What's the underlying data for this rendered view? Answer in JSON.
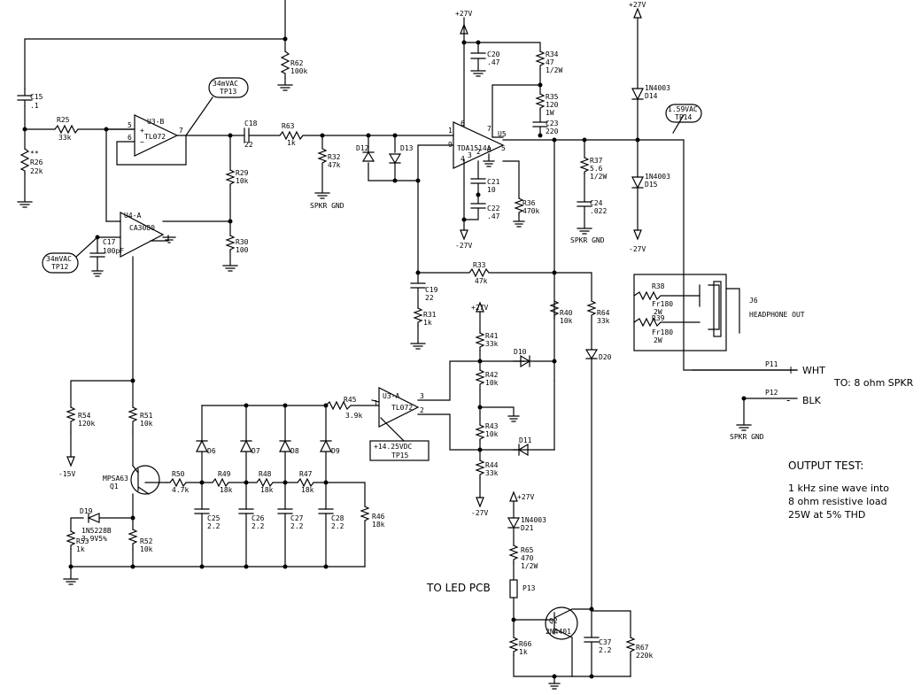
{
  "supplies": {
    "pos": "+27V",
    "neg": "-27V",
    "neg15": "-15V"
  },
  "gnd_label": "SPKR GND",
  "ics": {
    "u3b": {
      "ref": "U3-B",
      "part": "TL072",
      "p5": "5",
      "p6": "6",
      "p7": "7"
    },
    "u4a": {
      "ref": "U4-A",
      "part": "CA3080"
    },
    "u5": {
      "ref": "U5",
      "part": "TDA1514A",
      "p1": "1",
      "p9": "9",
      "p7": "7",
      "p5": "5",
      "p6": "6",
      "p4": "4",
      "p3": "3",
      "p2": "2",
      "p8": "8"
    },
    "u3a": {
      "ref": "U3-A",
      "part": "TL072",
      "p1": "1",
      "p3": "3",
      "p2": "2"
    }
  },
  "testpoints": [
    {
      "id": "tp13",
      "value": "34mVAC",
      "ref": "TP13"
    },
    {
      "id": "tp12",
      "value": "34mVAC",
      "ref": "TP12"
    },
    {
      "id": "tp14",
      "value": "1.59VAC",
      "ref": "TP14"
    },
    {
      "id": "tp15",
      "value": "+14.25VDC",
      "ref": "TP15"
    }
  ],
  "components": {
    "r25": {
      "ref": "R25",
      "val": "33k"
    },
    "r26": {
      "ref": "R26",
      "val": "22k",
      "mark": "**"
    },
    "c15": {
      "ref": "C15",
      "val": ".1"
    },
    "r62": {
      "ref": "R62",
      "val": "100k"
    },
    "c18": {
      "ref": "C18",
      "val": "22"
    },
    "r63": {
      "ref": "R63",
      "val": "1k"
    },
    "r32": {
      "ref": "R32",
      "val": "47k"
    },
    "r29": {
      "ref": "R29",
      "val": "10k"
    },
    "r30": {
      "ref": "R30",
      "val": "100"
    },
    "c17": {
      "ref": "C17",
      "val": "100pF"
    },
    "d12": {
      "ref": "D12"
    },
    "d13": {
      "ref": "D13"
    },
    "c20": {
      "ref": "C20",
      "val": ".47"
    },
    "r34": {
      "ref": "R34",
      "val": "47",
      "val2": "1/2W"
    },
    "r35": {
      "ref": "R35",
      "val": "120",
      "val2": "1W"
    },
    "c23": {
      "ref": "C23",
      "val": "220"
    },
    "c21": {
      "ref": "C21",
      "val": "10"
    },
    "c22": {
      "ref": "C22",
      "val": ".47"
    },
    "r36": {
      "ref": "R36",
      "val": "470k"
    },
    "r37": {
      "ref": "R37",
      "val": "5.6",
      "val2": "1/2W"
    },
    "c24": {
      "ref": "C24",
      "val": ".022"
    },
    "d14": {
      "ref": "D14",
      "val": "1N4003"
    },
    "d15": {
      "ref": "D15",
      "val": "1N4003"
    },
    "r33": {
      "ref": "R33",
      "val": "47k"
    },
    "c19": {
      "ref": "C19",
      "val": "22"
    },
    "r31": {
      "ref": "R31",
      "val": "1k"
    },
    "r40": {
      "ref": "R40",
      "val": "10k"
    },
    "r64": {
      "ref": "R64",
      "val": "33k"
    },
    "d20": {
      "ref": "D20"
    },
    "r38": {
      "ref": "R38",
      "val": "Fr180",
      "val2": "2W"
    },
    "r39": {
      "ref": "R39",
      "val": "Fr180",
      "val2": "2W"
    },
    "j6": {
      "ref": "J6",
      "val": "HEADPHONE OUT"
    },
    "r41": {
      "ref": "R41",
      "val": "33k"
    },
    "r42": {
      "ref": "R42",
      "val": "10k"
    },
    "r43": {
      "ref": "R43",
      "val": "10k"
    },
    "r44": {
      "ref": "R44",
      "val": "33k"
    },
    "d10": {
      "ref": "D10"
    },
    "d11": {
      "ref": "D11"
    },
    "r45": {
      "ref": "R45",
      "val": "3.9k"
    },
    "r54": {
      "ref": "R54",
      "val": "120k"
    },
    "r51": {
      "ref": "R51",
      "val": "10k"
    },
    "q1": {
      "ref": "Q1",
      "val": "MPSA63"
    },
    "r50": {
      "ref": "R50",
      "val": "4.7k"
    },
    "d6": {
      "ref": "D6"
    },
    "d7": {
      "ref": "D7"
    },
    "d8": {
      "ref": "D8"
    },
    "d9": {
      "ref": "D9"
    },
    "r49": {
      "ref": "R49",
      "val": "18k"
    },
    "r48": {
      "ref": "R48",
      "val": "18k"
    },
    "r47": {
      "ref": "R47",
      "val": "18k"
    },
    "r46": {
      "ref": "R46",
      "val": "18k"
    },
    "c25": {
      "ref": "C25",
      "val": "2.2"
    },
    "c26": {
      "ref": "C26",
      "val": "2.2"
    },
    "c27": {
      "ref": "C27",
      "val": "2.2"
    },
    "c28": {
      "ref": "C28",
      "val": "2.2"
    },
    "d19": {
      "ref": "D19",
      "val": "1N5228B",
      "val2": "3.9V5%"
    },
    "r53": {
      "ref": "R53",
      "val": "1k"
    },
    "r52": {
      "ref": "R52",
      "val": "10k"
    },
    "d21": {
      "ref": "D21",
      "val": "1N4003"
    },
    "r65": {
      "ref": "R65",
      "val": "470",
      "val2": "1/2W"
    },
    "p13": {
      "ref": "P13"
    },
    "q2": {
      "ref": "Q2",
      "val": "2N4401"
    },
    "r66": {
      "ref": "R66",
      "val": "1k"
    },
    "c37": {
      "ref": "C37",
      "val": "2.2"
    },
    "r67": {
      "ref": "R67",
      "val": "220k"
    }
  },
  "connectors": {
    "p11": {
      "ref": "P11",
      "sign": "+",
      "label": "WHT"
    },
    "p12": {
      "ref": "P12",
      "sign": "-",
      "label": "BLK"
    },
    "to_spkr": "TO: 8 ohm SPKR",
    "to_led": "TO LED PCB"
  },
  "notes": {
    "title": "OUTPUT TEST:",
    "lines": [
      "1 kHz sine wave into",
      "8 ohm resistive load",
      "25W at 5% THD"
    ]
  }
}
